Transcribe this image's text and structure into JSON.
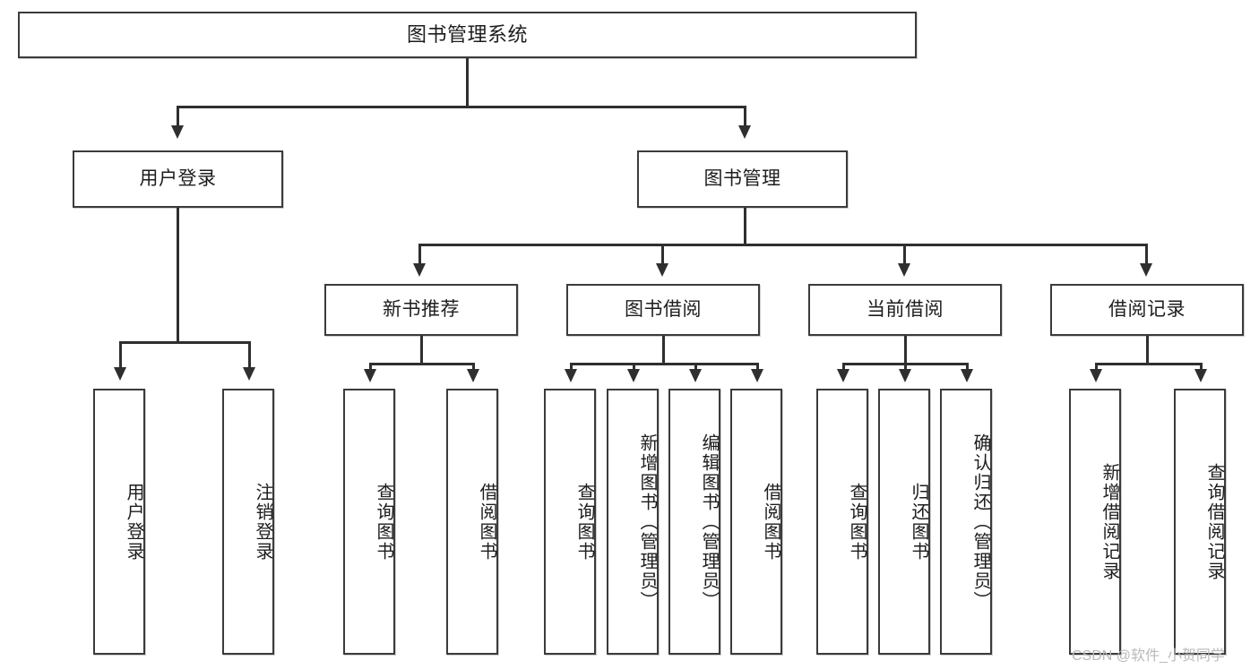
{
  "diagram": {
    "title_node": {
      "label": "图书管理系统"
    },
    "level2": [
      {
        "label": "用户登录"
      },
      {
        "label": "图书管理"
      }
    ],
    "level3": [
      {
        "label": "新书推荐"
      },
      {
        "label": "图书借阅"
      },
      {
        "label": "当前借阅"
      },
      {
        "label": "借阅记录"
      }
    ],
    "leaves": {
      "user_login": [
        {
          "label": "用户登录"
        },
        {
          "label": "注销登录"
        }
      ],
      "new_book_recommend": [
        {
          "label": "查询图书"
        },
        {
          "label": "借阅图书"
        }
      ],
      "book_borrow": [
        {
          "label": "查询图书"
        },
        {
          "label": "新增图书（管理员）"
        },
        {
          "label": "编辑图书（管理员）"
        },
        {
          "label": "借阅图书"
        }
      ],
      "current_borrow": [
        {
          "label": "查询图书"
        },
        {
          "label": "归还图书"
        },
        {
          "label": "确认归还（管理员）"
        }
      ],
      "borrow_record": [
        {
          "label": "新增借阅记录"
        },
        {
          "label": "查询借阅记录"
        }
      ]
    }
  },
  "watermark": {
    "text": "CSDN @软件_小贺同学"
  },
  "colors": {
    "border": "#3b3b3b",
    "connector": "#2f2f2f",
    "background": "#ffffff",
    "text": "#1d1d1d",
    "watermark": "#b9b9b9"
  }
}
